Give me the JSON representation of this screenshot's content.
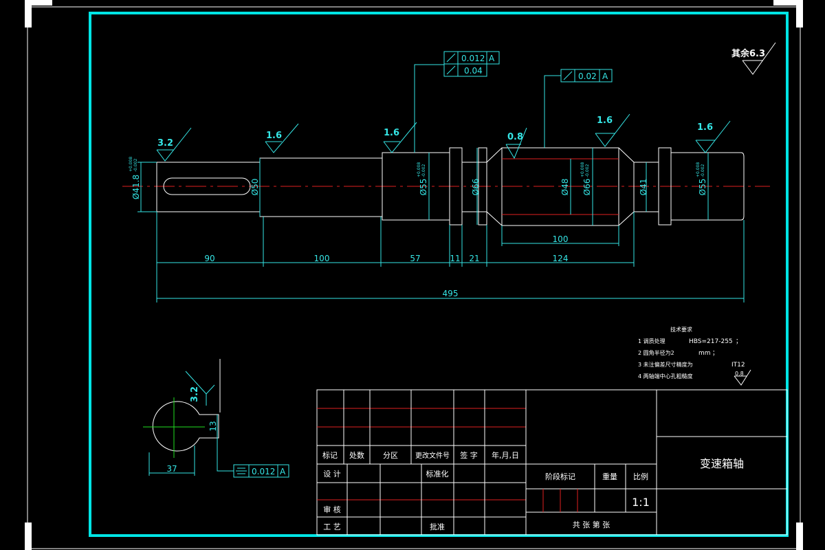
{
  "colors": {
    "background": "#000000",
    "frame_outer": "#ffffff",
    "frame_inner": "#00e5e5",
    "dimension": "#35e6e6",
    "outline": "#ffffff",
    "centerline": "#e02020",
    "hidden": "#e02020",
    "section_center": "#20e020"
  },
  "general_roughness": "其余6.3",
  "tolerance_frames": {
    "runout_1": {
      "value": "0.012",
      "datum": "A"
    },
    "cylindricity": {
      "value": "0.04"
    },
    "runout_2": {
      "value": "0.02",
      "datum": "A"
    },
    "symmetry": {
      "value": "0.012",
      "datum": "A"
    }
  },
  "roughness_symbols": {
    "r1": "3.2",
    "r2": "1.6",
    "r3": "1.6",
    "r4": "0.8",
    "r5": "1.6",
    "r6": "1.6",
    "section": "3.2",
    "notes": "0.8"
  },
  "diameters": {
    "d1": "Ø41.8",
    "d1_tol_upper": "+0.008",
    "d1_tol_lower": "-0.002",
    "d2": "Ø50",
    "d3": "Ø55",
    "d3_tol_upper": "+0.008",
    "d3_tol_lower": "-0.002",
    "d4": "Ø66",
    "d5": "Ø48",
    "d6": "Ø66",
    "d6_tol_upper": "+0.008",
    "d6_tol_lower": "-0.002",
    "d7": "Ø41",
    "d8": "Ø55",
    "d8_tol_upper": "+0.008",
    "d8_tol_lower": "-0.002"
  },
  "lengths": {
    "l1": "90",
    "l2": "100",
    "l3": "57",
    "l4": "11",
    "l5": "21",
    "l6": "124",
    "inner": "100",
    "total": "495"
  },
  "section": {
    "width": "37",
    "keyway": "13"
  },
  "tech_requirements": {
    "title": "技术要求",
    "items": [
      "1 调质处理",
      "2 圆角半径为2",
      "3 未注偏差尺寸精度为",
      "4 两轴端中心孔粗糙度"
    ],
    "item1_value": "HBS=217-255",
    "item1_suffix": "；",
    "item2_value": "mm",
    "item2_suffix": "；",
    "item3_value": "IT12"
  },
  "title_block": {
    "headers": [
      "标记",
      "处数",
      "分区",
      "更改文件号",
      "签 字",
      "年,月,日"
    ],
    "design": "设 计",
    "standardize": "标准化",
    "review": "审 核",
    "process": "工 艺",
    "approve": "批准",
    "stage_mark": "阶段标记",
    "weight": "重量",
    "ratio": "比例",
    "scale": "1:1",
    "sheets": "共     张  第     张",
    "part_name": "变速箱轴"
  }
}
